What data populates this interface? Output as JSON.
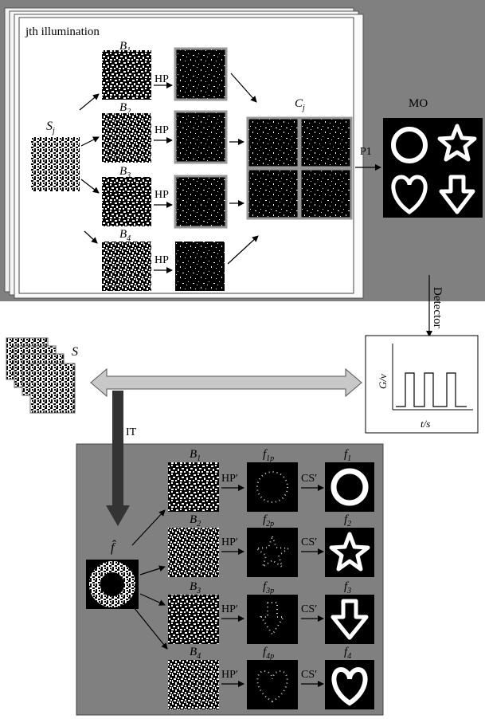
{
  "top_panel": {
    "title": "jth illumination",
    "source_label": "S",
    "source_sub": "j",
    "branches": [
      {
        "label": "B",
        "sub": "1",
        "op": "HP"
      },
      {
        "label": "B",
        "sub": "2",
        "op": "HP"
      },
      {
        "label": "B",
        "sub": "3",
        "op": "HP"
      },
      {
        "label": "B",
        "sub": "4",
        "op": "HP"
      }
    ],
    "combined_label": "C",
    "combined_sub": "j",
    "object_label": "MO",
    "p1_label": "P1"
  },
  "detector": {
    "label": "Detector",
    "y_axis": "G/v",
    "x_axis": "t/s"
  },
  "middle": {
    "stack_label": "S",
    "it_label": "IT"
  },
  "bottom_panel": {
    "input_label": "f̂",
    "rows": [
      {
        "b_label": "B",
        "b_sub": "1",
        "hp": "HP′",
        "fp_label": "f",
        "fp_sub": "1p",
        "cs": "CS′",
        "f_label": "f",
        "f_sub": "1",
        "shape": "circle"
      },
      {
        "b_label": "B",
        "b_sub": "2",
        "hp": "HP′",
        "fp_label": "f",
        "fp_sub": "2p",
        "cs": "CS′",
        "f_label": "f",
        "f_sub": "2",
        "shape": "star"
      },
      {
        "b_label": "B",
        "b_sub": "3",
        "hp": "HP′",
        "fp_label": "f",
        "fp_sub": "3p",
        "cs": "CS′",
        "f_label": "f",
        "f_sub": "3",
        "shape": "arrow"
      },
      {
        "b_label": "B",
        "b_sub": "4",
        "hp": "HP′",
        "fp_label": "f",
        "fp_sub": "4p",
        "cs": "CS′",
        "f_label": "f",
        "f_sub": "4",
        "shape": "heart"
      }
    ]
  },
  "colors": {
    "panel_gray": "#808080",
    "pattern_black": "#000000",
    "pattern_white": "#ffffff",
    "box_border": "#999999"
  }
}
